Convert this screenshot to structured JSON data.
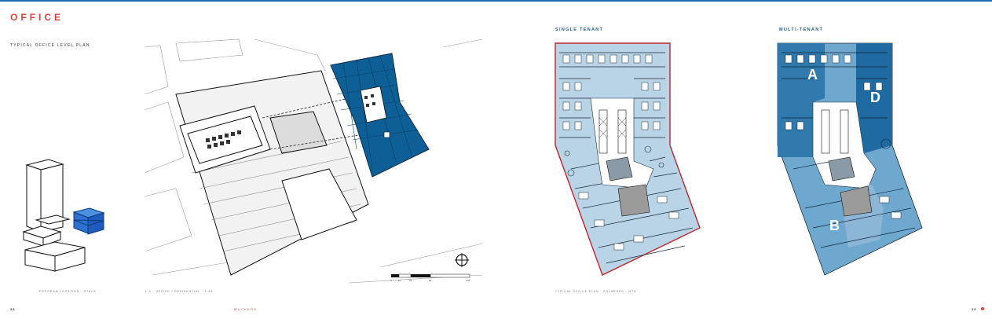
{
  "header": {
    "title": "OFFICE",
    "subtitle": "TYPICAL OFFICE LEVEL PLAN"
  },
  "single_tenant": {
    "title": "SINGLE TENANT",
    "caption": "TYPICAL OFFICE PLAN - ENLARGED - NTS"
  },
  "multi_tenant": {
    "title": "MULTI-TENANT",
    "units": [
      "A",
      "D",
      "B"
    ]
  },
  "stack": {
    "caption": "PROGRAM LOCATION - STACK"
  },
  "site_plan": {
    "caption": "L.3 - OFFICE / RESIDENTIAL - 1:50",
    "scale_labels": [
      "0",
      "10",
      "25",
      "50",
      "100"
    ]
  },
  "footer": {
    "page_left": "38",
    "brand": "MUCKERS",
    "page_right": "39"
  },
  "colors": {
    "accent_red": "#e0433c",
    "office_blue": "#0f5f97",
    "plan_light_blue": "#b8d4e6",
    "tenant_blue": "#6fa8cf",
    "tenant_dark_blue": "#2f79ad"
  },
  "icons": {
    "north_arrow": "north-arrow-icon"
  }
}
